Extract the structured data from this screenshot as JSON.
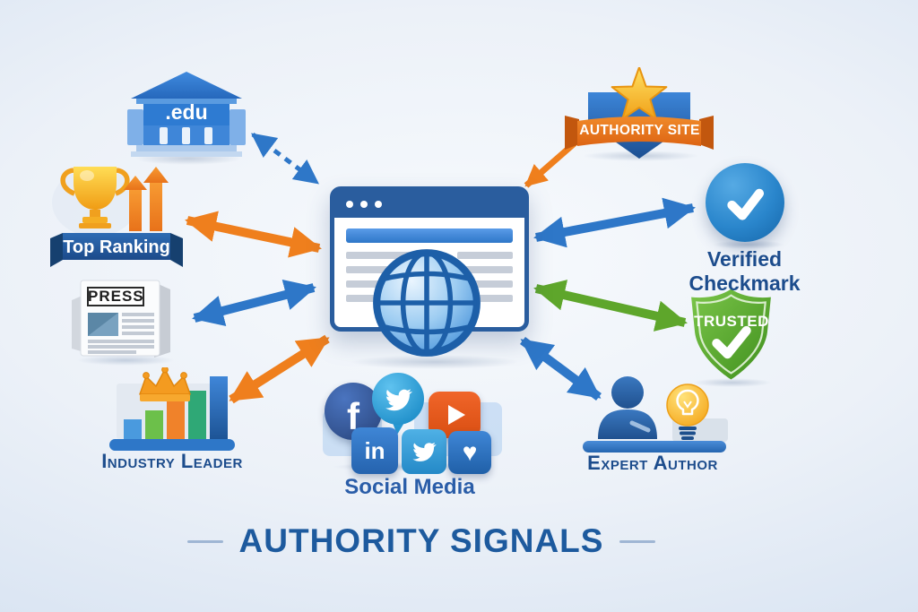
{
  "title": {
    "text": "AUTHORITY SIGNALS"
  },
  "center": {
    "name": "website-with-globe"
  },
  "nodes": {
    "edu": {
      "label": ".edu"
    },
    "top_ranking": {
      "label": "Top Ranking"
    },
    "press": {
      "label": "PRESS"
    },
    "industry_leader": {
      "label": "Industry Leader"
    },
    "social_media": {
      "label": "Social Media",
      "facebook_glyph": "f",
      "linkedin_glyph": "in"
    },
    "authority_site": {
      "label": "AUTHORITY SITE"
    },
    "verified_checkmark": {
      "label": "Verified Checkmark"
    },
    "trusted": {
      "label": "TRUSTED"
    },
    "expert_author": {
      "label": "Expert Author"
    }
  },
  "connections": [
    {
      "from": "edu",
      "to": "website",
      "style": "dashed",
      "color": "#2E77C8"
    },
    {
      "from": "top_ranking",
      "to": "website",
      "style": "double",
      "color": "#EF7F1D"
    },
    {
      "from": "press",
      "to": "website",
      "style": "double",
      "color": "#2E77C8"
    },
    {
      "from": "industry_leader",
      "to": "website",
      "style": "double",
      "color": "#EF7F1D"
    },
    {
      "from": "authority_site",
      "to": "website",
      "style": "single",
      "color": "#EF7F1D"
    },
    {
      "from": "verified_checkmark",
      "to": "website",
      "style": "double",
      "color": "#2E77C8"
    },
    {
      "from": "trusted",
      "to": "website",
      "style": "double",
      "color": "#5EA62B"
    },
    {
      "from": "expert_author",
      "to": "website",
      "style": "double",
      "color": "#2E77C8"
    }
  ],
  "colors": {
    "arrow_orange": "#EF7F1D",
    "arrow_blue": "#2E77C8",
    "arrow_green": "#5EA62B",
    "navy_text": "#1C4C8C",
    "title_blue": "#1D5A9E",
    "gold": "#F5B91E",
    "shield_green": "#4C9C2E",
    "badge_blue": "#2767B8",
    "ribbon_orange": "#E8701D",
    "background_edge": "#C4D5EA"
  }
}
